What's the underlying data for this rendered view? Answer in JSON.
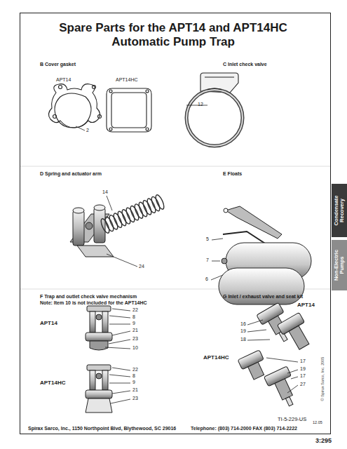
{
  "diagram": {
    "title": "Spare Parts for the APT14 and APT14HC Automatic Pump Trap",
    "nodes": [
      {
        "text": [
          "Condensate Recovery"
        ]
      },
      {
        "text": [
          "Non-Electric Pumps"
        ]
      }
    ],
    "labels": [
      "B Cover gasket",
      "APT14",
      "APT14HC",
      "2",
      "C Inlet check valve",
      "12",
      "D Spring and actuator arm",
      "14",
      "24",
      "E Floats",
      "5",
      "7",
      "6",
      "F Trap and outlet check valve mechanism",
      "Note: Item 10 is not included for the APT14HC",
      "APT14",
      "22",
      "8",
      "9",
      "21",
      "23",
      "10",
      "APT14HC",
      "22",
      "8",
      "9",
      "21",
      "23",
      "G Inlet / exhaust valve and seat kit",
      "APT14",
      "16",
      "19",
      "18",
      "APT14HC",
      "17",
      "19",
      "17",
      "27",
      "TI-5-229-US",
      "12.05",
      "Spirax Sarco, Inc., 1150 Northpoint Blvd, Blythewood, SC 29016",
      "Telephone: (803) 714-2000 FAX (803) 714-2222",
      "© Spirax Sarco, Inc. 2005",
      "3:295"
    ]
  }
}
